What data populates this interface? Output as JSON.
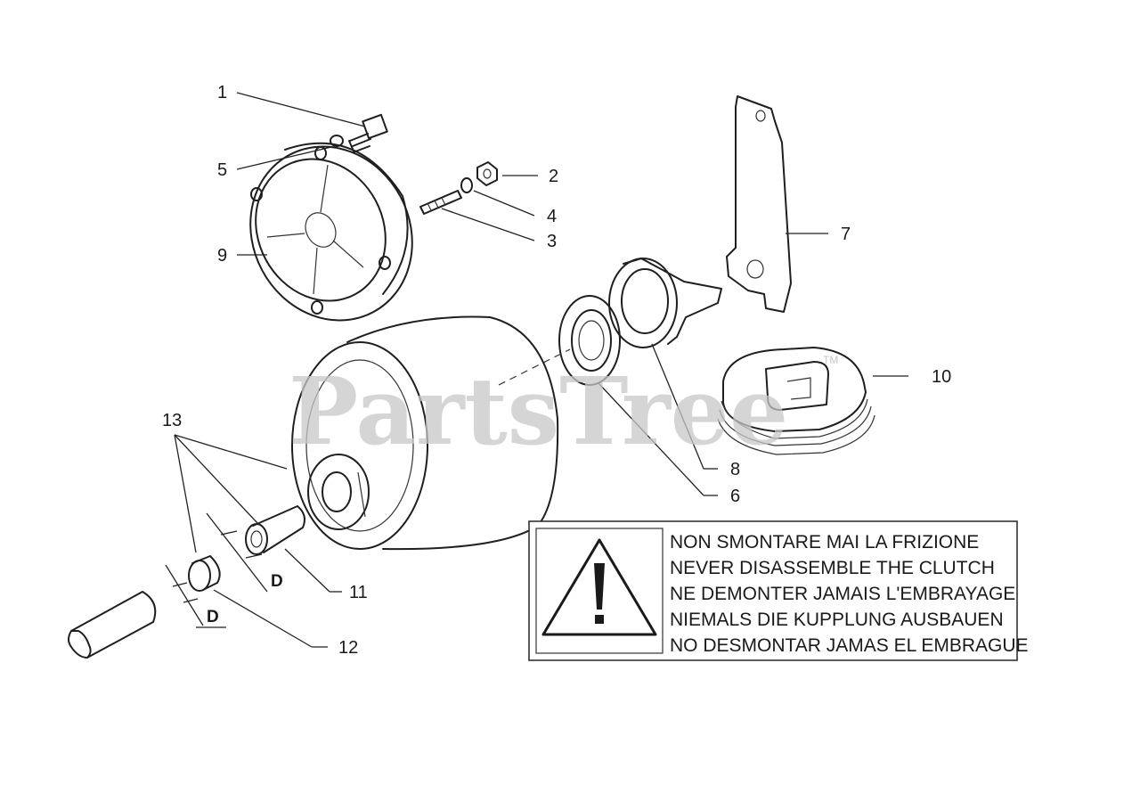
{
  "watermark": "PartsTree",
  "trademark": "TM",
  "callouts": [
    "1",
    "2",
    "3",
    "4",
    "5",
    "6",
    "7",
    "8",
    "9",
    "10",
    "11",
    "12",
    "13"
  ],
  "dimension_label": "D",
  "warning": {
    "lines": [
      "NON SMONTARE MAI LA FRIZIONE",
      "NEVER DISASSEMBLE THE CLUTCH",
      "NE DEMONTER JAMAIS L'EMBRAYAGE",
      "NIEMALS DIE KUPPLUNG AUSBAUEN",
      "NO DESMONTAR JAMAS EL EMBRAGUE"
    ]
  }
}
